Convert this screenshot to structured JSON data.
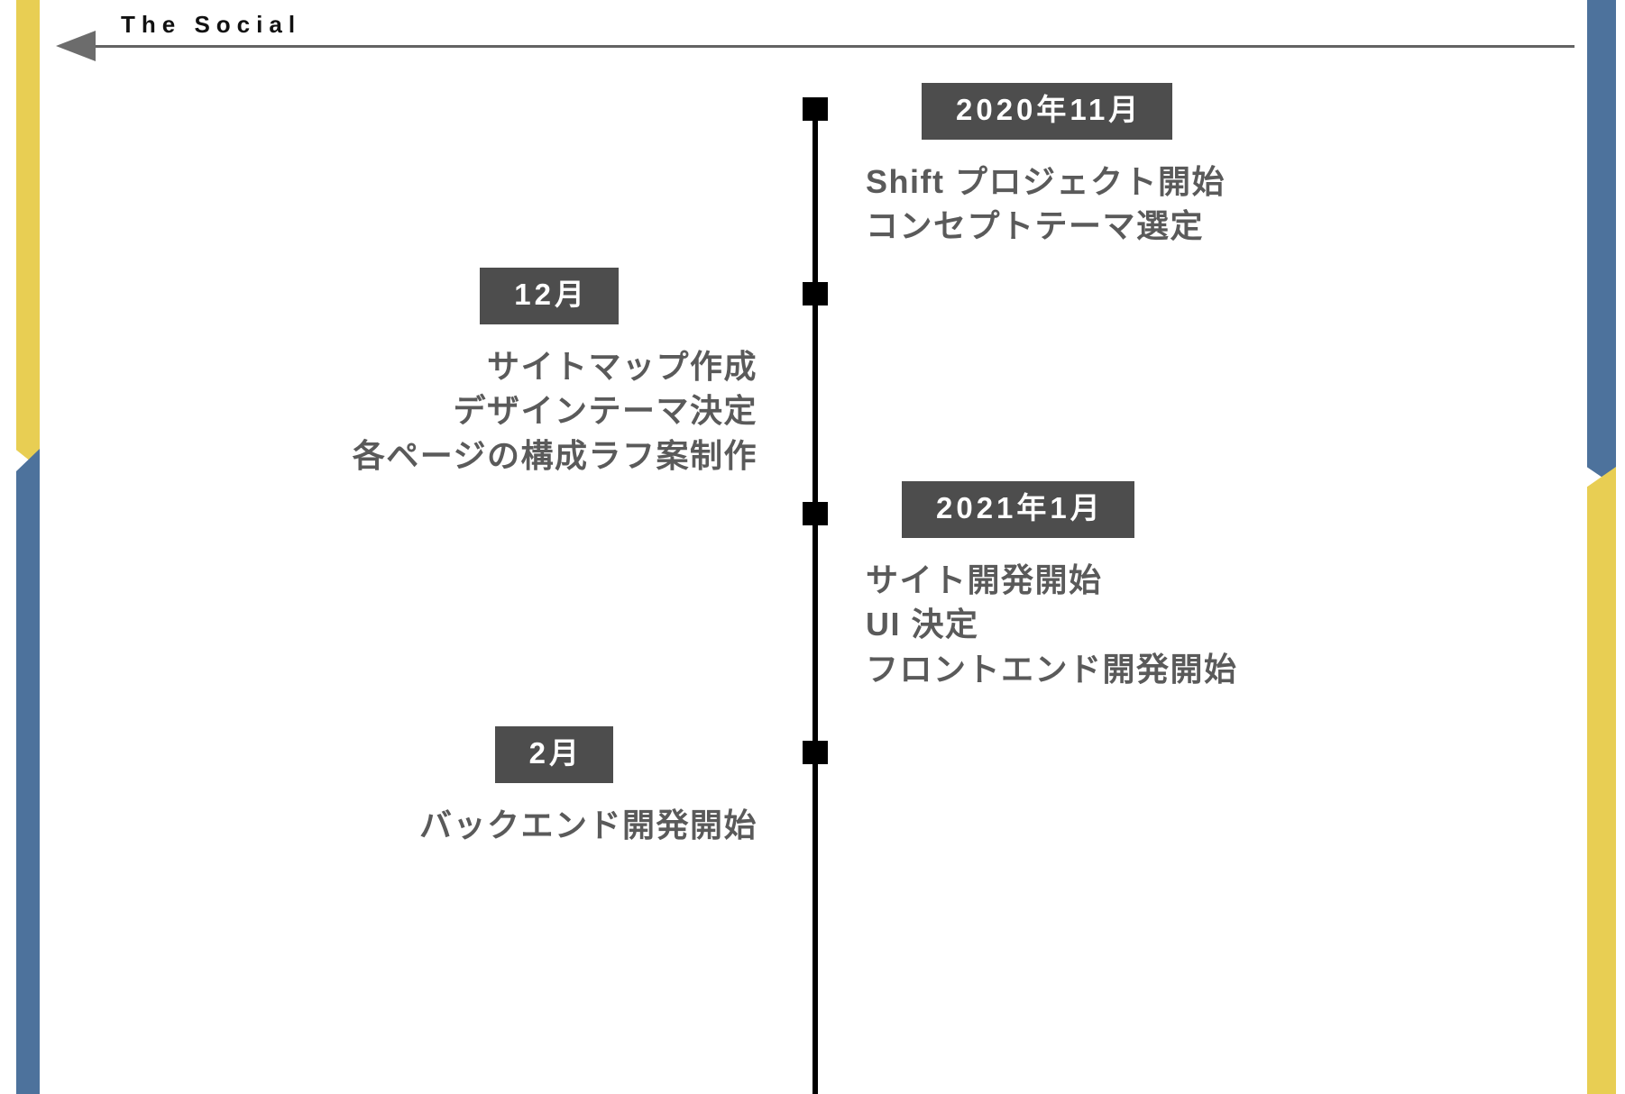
{
  "header": {
    "title": "The Social",
    "arrow_icon": "left-arrow-icon",
    "rule_icon": "horizontal-rule"
  },
  "timeline": {
    "orientation": "vertical",
    "accent_dark": "#4d4d4d",
    "text_gray": "#5a5a5a",
    "spine_color": "#000000",
    "edge_blue": "#4d729c",
    "edge_yellow": "#e8ce53",
    "milestones": [
      {
        "id": "2020-11",
        "side": "right",
        "badge": "2020年11月",
        "lines": [
          "Shift プロジェクト開始",
          "コンセプトテーマ選定"
        ]
      },
      {
        "id": "2020-12",
        "side": "left",
        "badge": "12月",
        "lines": [
          "サイトマップ作成",
          "デザインテーマ決定",
          "各ページの構成ラフ案制作"
        ]
      },
      {
        "id": "2021-01",
        "side": "right",
        "badge": "2021年1月",
        "lines": [
          "サイト開発開始",
          "UI 決定",
          "フロントエンド開発開始"
        ]
      },
      {
        "id": "2021-02",
        "side": "left",
        "badge": "2月",
        "lines": [
          "バックエンド開発開始"
        ]
      }
    ]
  }
}
